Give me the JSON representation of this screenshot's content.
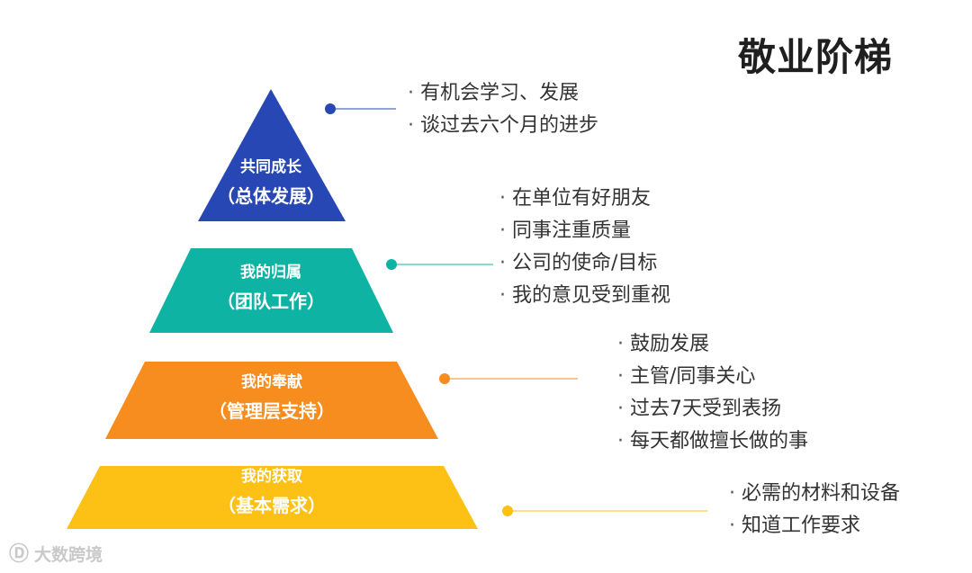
{
  "title": "敬业阶梯",
  "tiers": [
    {
      "name_line1": "共同成长",
      "name_line2": "（总体发展）",
      "color": "#2748b4",
      "items": [
        "有机会学习、发展",
        "谈过去六个月的进步"
      ]
    },
    {
      "name_line1": "我的归属",
      "name_line2": "（团队工作）",
      "color": "#0fb3a3",
      "items": [
        "在单位有好朋友",
        "同事注重质量",
        "公司的使命/目标",
        "我的意见受到重视"
      ]
    },
    {
      "name_line1": "我的奉献",
      "name_line2": "（管理层支持）",
      "color": "#f78d1e",
      "items": [
        "鼓励发展",
        "主管/同事关心",
        "过去7天受到表扬",
        "每天都做擅长做的事"
      ]
    },
    {
      "name_line1": "我的获取",
      "name_line2": "（基本需求）",
      "color": "#fcc114",
      "items": [
        "必需的材料和设备",
        "知道工作要求"
      ]
    }
  ],
  "watermark": "大数跨境"
}
